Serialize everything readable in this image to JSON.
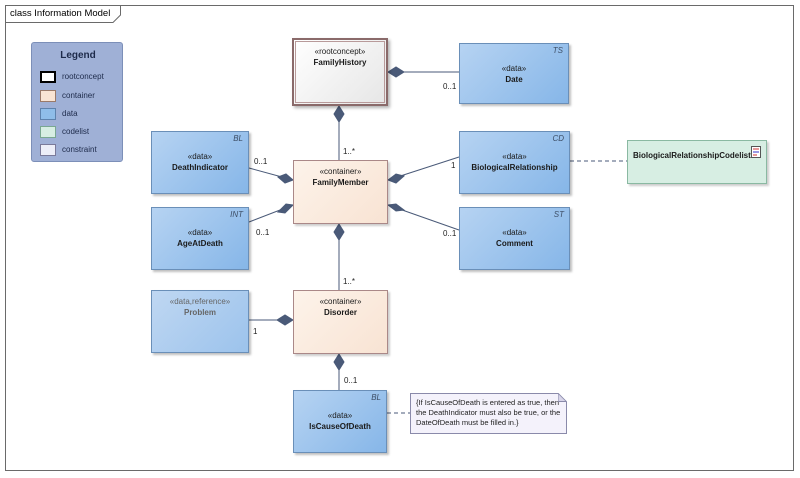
{
  "frame": {
    "title": "class Information Model"
  },
  "legend": {
    "title": "Legend",
    "items": [
      {
        "label": "rootconcept",
        "color": "#ffffff",
        "border": "#000000"
      },
      {
        "label": "container",
        "color": "#f9e4d4",
        "border": "#9a7a6a"
      },
      {
        "label": "data",
        "color": "#8fbde9",
        "border": "#5e82ad"
      },
      {
        "label": "codelist",
        "color": "#d7eee3",
        "border": "#7aa892"
      },
      {
        "label": "constraint",
        "color": "#eceef8",
        "border": "#7a7a9a"
      }
    ]
  },
  "classes": {
    "family_history": {
      "stereotype": "«rootconcept»",
      "name": "FamilyHistory"
    },
    "date": {
      "stereotype": "«data»",
      "name": "Date",
      "type": "TS"
    },
    "death_indicator": {
      "stereotype": "«data»",
      "name": "DeathIndicator",
      "type": "BL"
    },
    "family_member": {
      "stereotype": "«container»",
      "name": "FamilyMember"
    },
    "biological_relationship": {
      "stereotype": "«data»",
      "name": "BiologicalRelationship",
      "type": "CD"
    },
    "biological_relationship_codelist": {
      "name": "BiologicalRelationshipCodelist"
    },
    "age_at_death": {
      "stereotype": "«data»",
      "name": "AgeAtDeath",
      "type": "INT"
    },
    "comment": {
      "stereotype": "«data»",
      "name": "Comment",
      "type": "ST"
    },
    "problem": {
      "stereotype": "«data,reference»",
      "name": "Problem"
    },
    "disorder": {
      "stereotype": "«container»",
      "name": "Disorder"
    },
    "is_cause_of_death": {
      "stereotype": "«data»",
      "name": "IsCauseOfDeath",
      "type": "BL"
    }
  },
  "note": {
    "line1": "{If IsCauseOfDeath is entered as true, then",
    "line2": "the DeathIndicator must also be true, or the",
    "line3": "DateOfDeath must be filled in.}"
  },
  "multiplicities": {
    "date": "0..1",
    "family_member_to_root": "1..*",
    "death_indicator": "0..1",
    "biological_relationship": "1",
    "age_at_death": "0..1",
    "comment": "0..1",
    "disorder": "1..*",
    "problem": "1",
    "is_cause_of_death": "0..1"
  }
}
